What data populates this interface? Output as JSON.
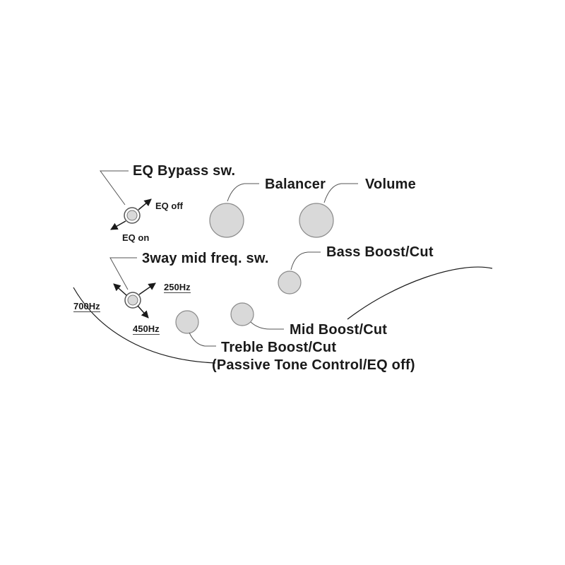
{
  "colors": {
    "background": "#ffffff",
    "ink": "#1a1a1a",
    "knob_fill": "#d9d9d9",
    "knob_stroke": "#8a8a8a"
  },
  "labels": {
    "eq_bypass": "EQ Bypass sw.",
    "eq_off": "EQ off",
    "eq_on": "EQ on",
    "balancer": "Balancer",
    "volume": "Volume",
    "mid_freq_switch": "3way mid freq. sw.",
    "bass": "Bass Boost/Cut",
    "freq_250": "250Hz",
    "freq_700": "700Hz",
    "freq_450": "450Hz",
    "mid": "Mid Boost/Cut",
    "treble": "Treble Boost/Cut",
    "treble_note": "(Passive Tone Control/EQ off)"
  }
}
